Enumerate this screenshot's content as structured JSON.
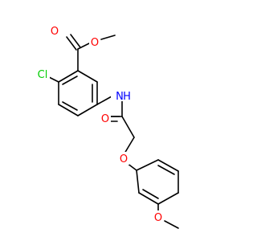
{
  "molecule": {
    "atoms": {
      "O_ester_carbonyl": "O",
      "O_ester_single": "O",
      "Cl": "Cl",
      "N": "N",
      "H": "H",
      "O_amide": "O",
      "O_ether": "O",
      "O_methoxy": "O"
    },
    "colors": {
      "bond": "#000000",
      "oxygen": "#FF0000",
      "chlorine": "#00CC00",
      "nitrogen": "#0000FF"
    }
  }
}
